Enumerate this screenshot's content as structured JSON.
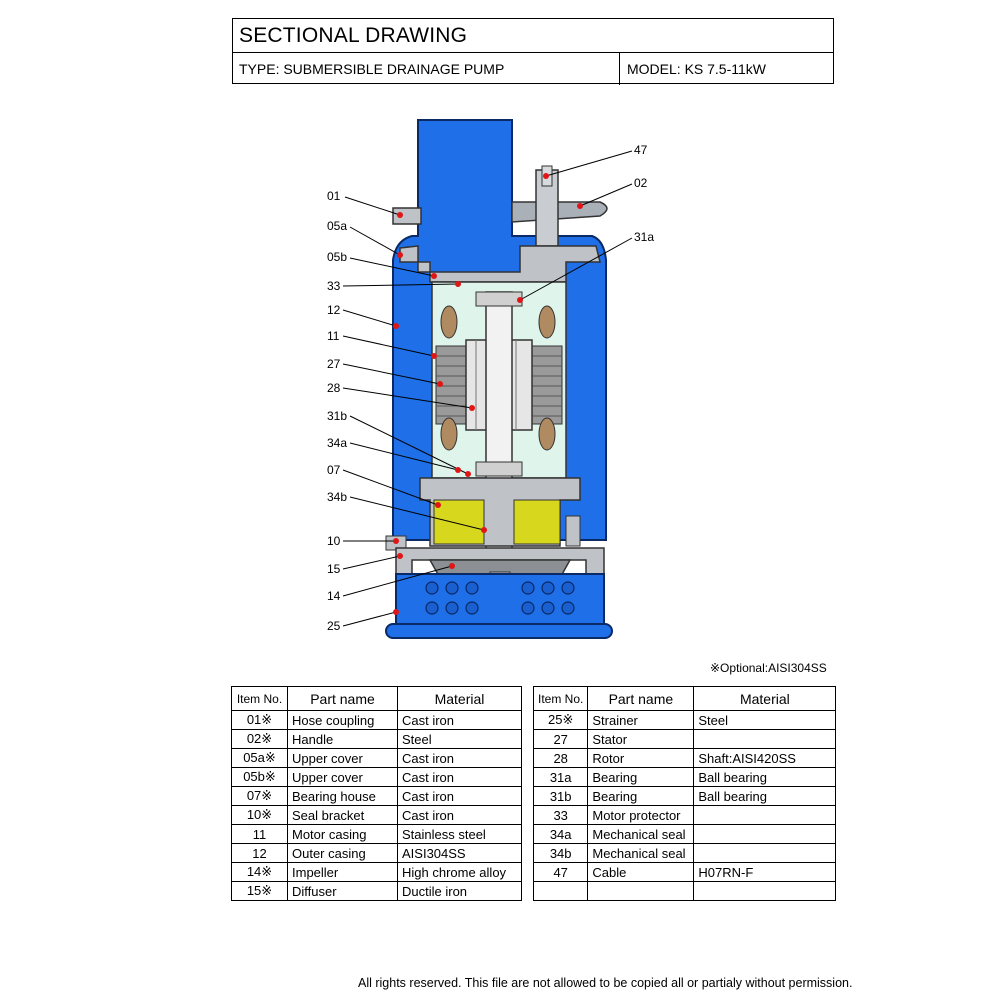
{
  "header": {
    "title": "SECTIONAL DRAWING",
    "type_label": "TYPE: SUBMERSIBLE  DRAINAGE  PUMP",
    "model_label": "MODEL: KS 7.5-11kW"
  },
  "callouts": {
    "left": [
      "01",
      "05a",
      "05b",
      "33",
      "12",
      "11",
      "27",
      "28",
      "31b",
      "34a",
      "07",
      "34b",
      "10",
      "15",
      "14",
      "25"
    ],
    "right": [
      "47",
      "02",
      "31a"
    ]
  },
  "colors": {
    "pump_blue": "#1e6fe8",
    "casing_gray": "#bfc3c8",
    "oil_yellow": "#d7d81e",
    "motor_cyan": "#dff5ec",
    "stator_gray": "#9a9a9a",
    "marker_red": "#e01515"
  },
  "optional_note": "※Optional:AISI304SS",
  "table": {
    "headers": [
      "Item No.",
      "Part name",
      "Material"
    ],
    "left_rows": [
      {
        "item": "01※",
        "part": "Hose coupling",
        "material": "Cast iron"
      },
      {
        "item": "02※",
        "part": "Handle",
        "material": "Steel"
      },
      {
        "item": "05a※",
        "part": "Upper cover",
        "material": "Cast iron"
      },
      {
        "item": "05b※",
        "part": "Upper cover",
        "material": "Cast iron"
      },
      {
        "item": "07※",
        "part": "Bearing house",
        "material": "Cast iron"
      },
      {
        "item": "10※",
        "part": "Seal bracket",
        "material": "Cast iron"
      },
      {
        "item": "11",
        "part": "Motor casing",
        "material": "Stainless steel"
      },
      {
        "item": "12",
        "part": "Outer casing",
        "material": "AISI304SS"
      },
      {
        "item": "14※",
        "part": "Impeller",
        "material": "High chrome alloy"
      },
      {
        "item": "15※",
        "part": "Diffuser",
        "material": "Ductile iron"
      }
    ],
    "right_rows": [
      {
        "item": "25※",
        "part": "Strainer",
        "material": "Steel"
      },
      {
        "item": "27",
        "part": "Stator",
        "material": ""
      },
      {
        "item": "28",
        "part": "Rotor",
        "material": "Shaft:AISI420SS"
      },
      {
        "item": "31a",
        "part": "Bearing",
        "material": "Ball bearing"
      },
      {
        "item": "31b",
        "part": "Bearing",
        "material": "Ball bearing"
      },
      {
        "item": "33",
        "part": "Motor protector",
        "material": ""
      },
      {
        "item": "34a",
        "part": "Mechanical seal",
        "material": ""
      },
      {
        "item": "34b",
        "part": "Mechanical seal",
        "material": ""
      },
      {
        "item": "47",
        "part": "Cable",
        "material": "H07RN-F"
      },
      {
        "item": "",
        "part": "",
        "material": ""
      }
    ]
  },
  "footer": "All rights reserved. This file are not allowed to be copied all or partialy without permission."
}
